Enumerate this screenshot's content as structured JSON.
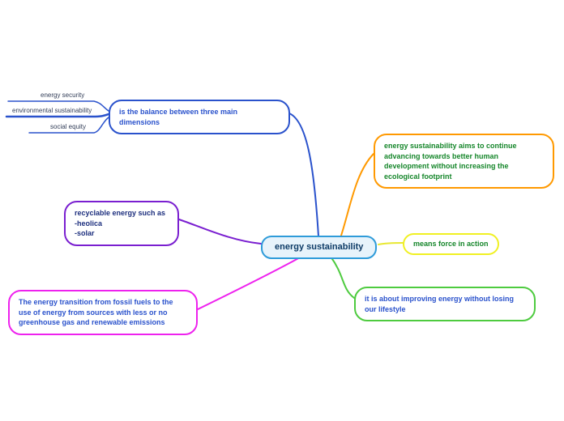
{
  "central": {
    "label": "energy sustainability"
  },
  "branches": {
    "dimensions": {
      "label": "is the balance between three main dimensions"
    },
    "aims": {
      "label": "energy sustainability aims to continue advancing towards better human development without increasing the ecological footprint"
    },
    "force": {
      "label": "means force in action"
    },
    "lifestyle": {
      "label": "it is about improving energy without losing our lifestyle"
    },
    "recyclable": {
      "label": "recyclable energy such as\n-heolica\n-solar"
    },
    "transition": {
      "label": "The energy transition from fossil fuels to the use of energy from sources with less or no greenhouse gas and renewable emissions"
    }
  },
  "subbranches": [
    {
      "label": "energy security"
    },
    {
      "label": "environmental sustainability"
    },
    {
      "label": "social equity"
    }
  ],
  "colors": {
    "blue": "#2a52cc",
    "orange": "#ff9900",
    "yellow": "#e8e832",
    "green": "#4ecb3f",
    "purple": "#7a1fd0",
    "magenta": "#ee22ee",
    "central_border": "#2e9bd9"
  }
}
